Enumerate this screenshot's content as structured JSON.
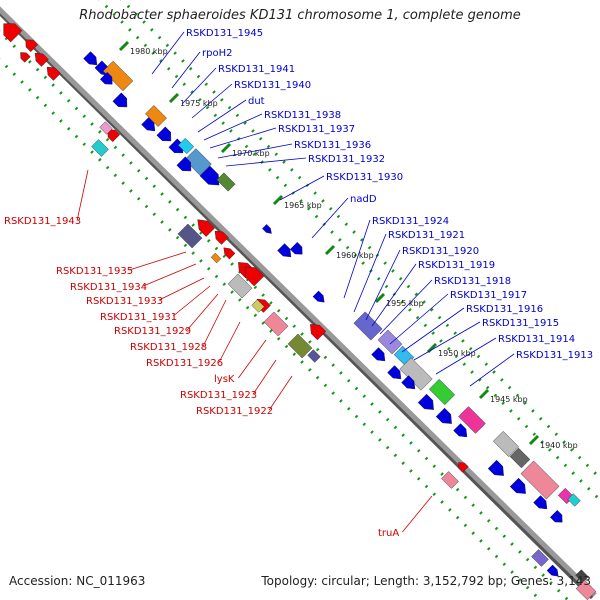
{
  "title": "Rhodobacter sphaeroides KD131 chromosome 1, complete genome",
  "accession": "Accession: NC_011963",
  "topology": "Topology: circular; Length: 3,152,792 bp; Genes: 3,143",
  "ticks": [
    "1980 kbp",
    "1975 kbp",
    "1970 kbp",
    "1965 kbp",
    "1960 kbp",
    "1955 kbp",
    "1950 kbp",
    "1945 kbp",
    "1940 kbp"
  ],
  "forward_labels": [
    "RSKD131_1945",
    "rpoH2",
    "RSKD131_1941",
    "RSKD131_1940",
    "dut",
    "RSKD131_1938",
    "RSKD131_1937",
    "RSKD131_1936",
    "RSKD131_1932",
    "RSKD131_1930",
    "nadD",
    "RSKD131_1924",
    "RSKD131_1921",
    "RSKD131_1920",
    "RSKD131_1919",
    "RSKD131_1918",
    "RSKD131_1917",
    "RSKD131_1916",
    "RSKD131_1915",
    "RSKD131_1914",
    "RSKD131_1913"
  ],
  "reverse_labels": [
    "RSKD131_1943",
    "RSKD131_1935",
    "RSKD131_1934",
    "RSKD131_1933",
    "RSKD131_1931",
    "RSKD131_1929",
    "RSKD131_1928",
    "RSKD131_1926",
    "lysK",
    "RSKD131_1923",
    "RSKD131_1922",
    "truA"
  ],
  "colors": {
    "forward": "#0000dd",
    "reverse": "#ee0000",
    "label_forward": "#0000cc",
    "label_reverse": "#cc0000",
    "backbone": "#888888",
    "tick_dot": "#119911"
  }
}
